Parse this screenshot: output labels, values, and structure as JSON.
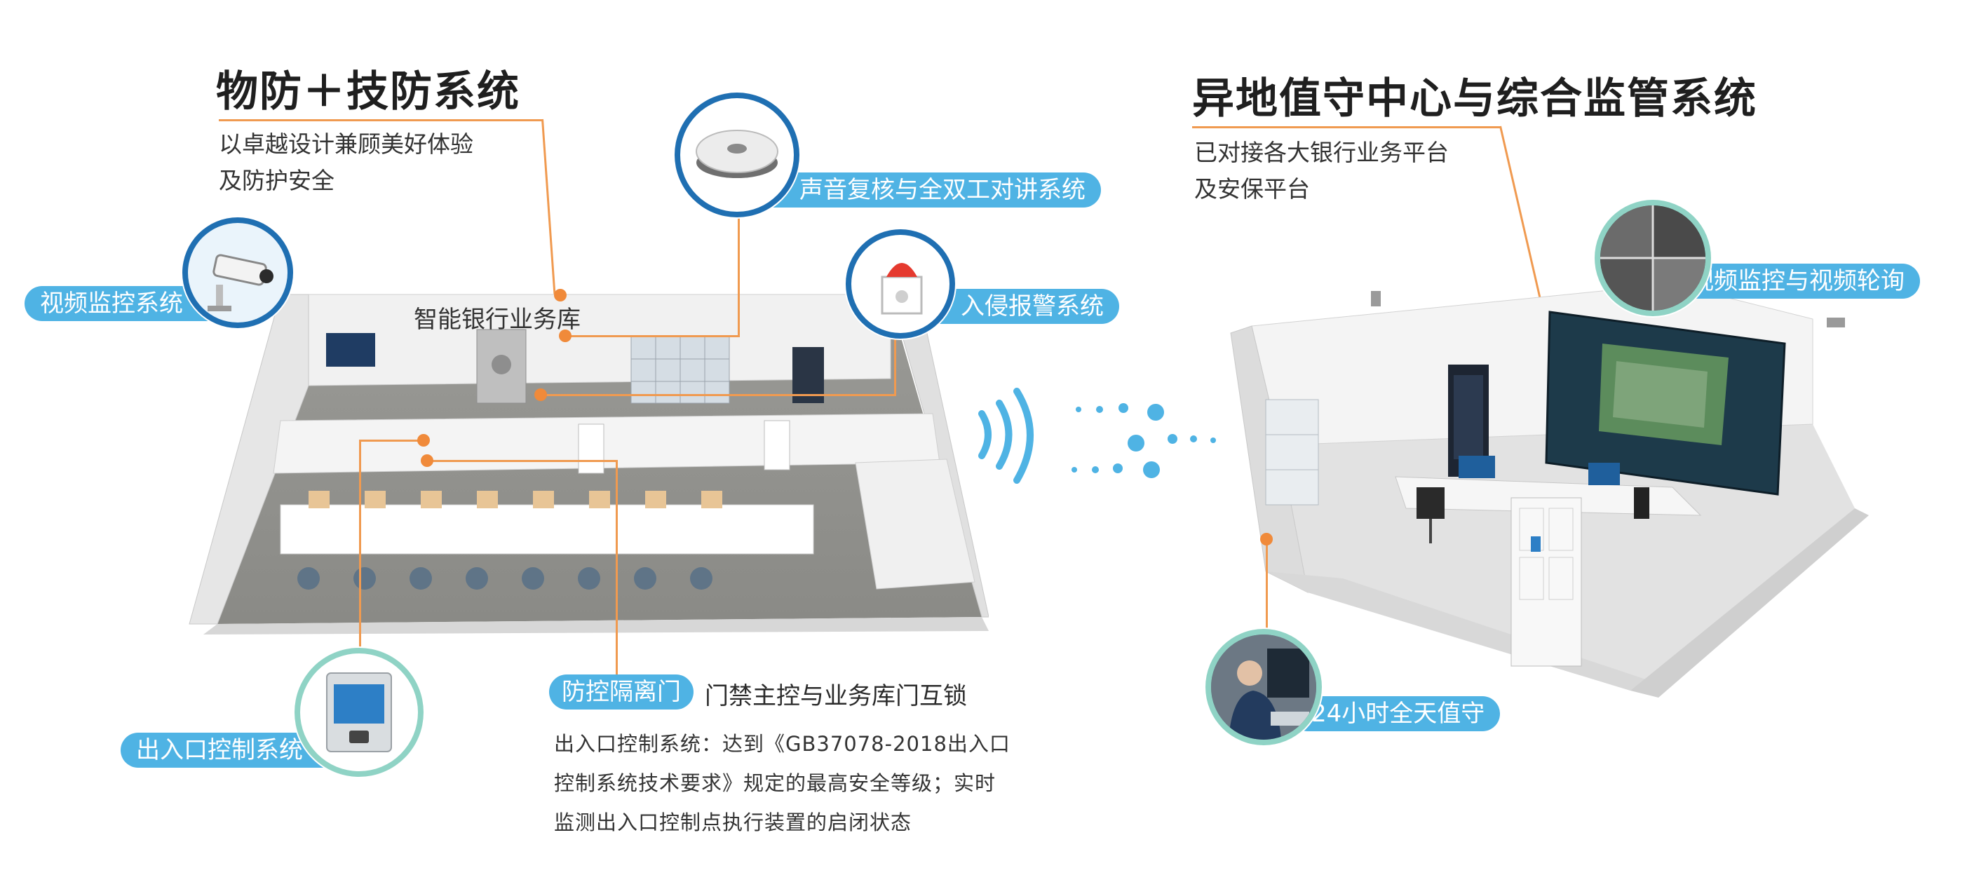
{
  "left": {
    "title": "物防＋技防系统",
    "subtitle_lines": [
      "以卓越设计兼顾美好体验",
      "及防护安全"
    ],
    "room_label": "智能银行业务库",
    "labels": {
      "video": "视频监控系统",
      "audio": "声音复核与全双工对讲系统",
      "intrusion": "入侵报警系统",
      "access": "出入口控制系统",
      "door_pill": "防控隔离门",
      "door_text": "门禁主控与业务库门互锁"
    },
    "description_lines": [
      "出入口控制系统：达到《GB37078-2018出入口",
      "控制系统技术要求》规定的最高安全等级；实时",
      "监测出入口控制点执行装置的启闭状态"
    ]
  },
  "right": {
    "title": "异地值守中心与综合监管系统",
    "subtitle_lines": [
      "已对接各大银行业务平台",
      "及安保平台"
    ],
    "labels": {
      "video_poll": "视频监控与视频轮询",
      "duty": "24小时全天值守"
    }
  },
  "colors": {
    "pill": "#4fb3e4",
    "leader": "#f09a50",
    "ring_teal": "#8fd3c5",
    "ring_blue": "#1f6fb2",
    "wireless": "#4fb3e4"
  },
  "icons": [
    "camera-icon",
    "speaker-icon",
    "alarm-icon",
    "access-panel-icon",
    "wireless-icon",
    "monitor-wall-icon",
    "operator-icon"
  ]
}
